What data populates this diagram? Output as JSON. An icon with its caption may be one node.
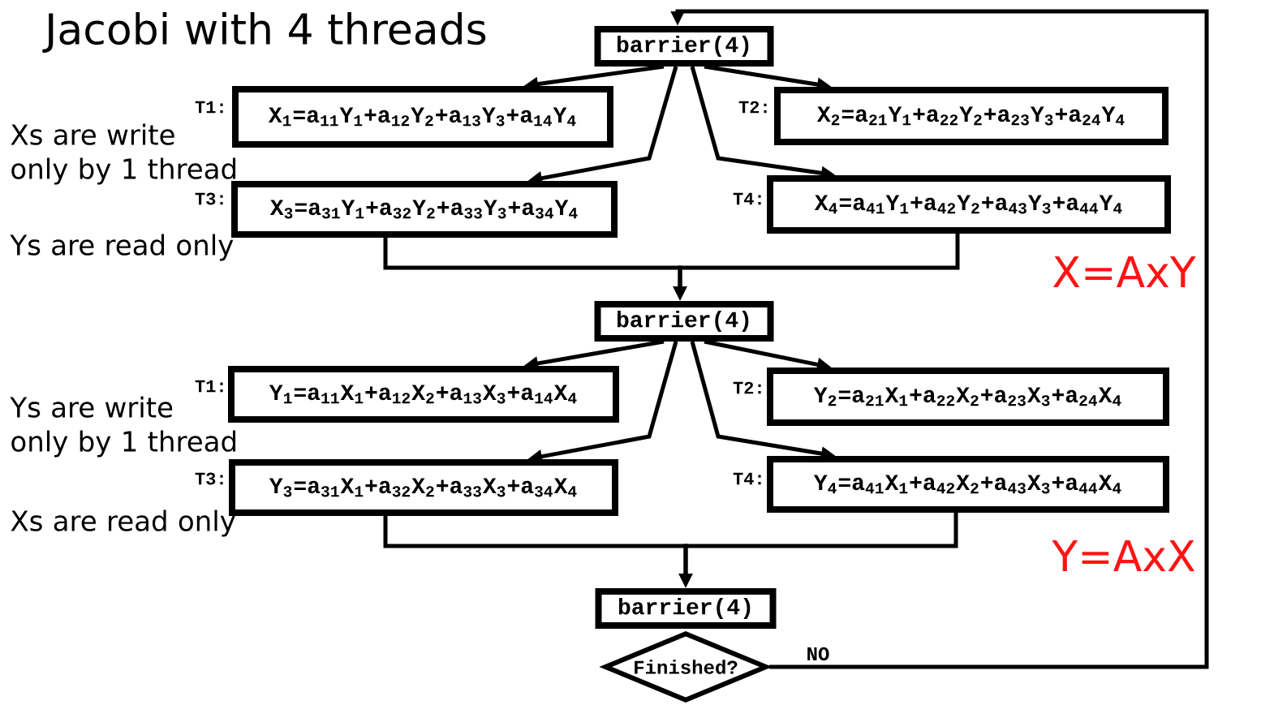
{
  "diagram": {
    "title": "Jacobi with 4 threads",
    "nodes": [
      {
        "text": [
          "barrier(4)"
        ]
      },
      {
        "text": [
          "X$_{1}$=a$_{11}$Y$_{1}$+a$_{12}$Y$_{2}$+a$_{13}$Y$_{3}$+a$_{14}$Y$_{4}$"
        ],
        "beside": [
          "T1:"
        ]
      },
      {
        "text": [
          "X$_{2}$=a$_{21}$Y$_{1}$+a$_{22}$Y$_{2}$+a$_{23}$Y$_{3}$+a$_{24}$Y$_{4}$"
        ],
        "beside": [
          "T2:"
        ]
      },
      {
        "text": [
          "X$_{3}$=a$_{31}$Y$_{1}$+a$_{32}$Y$_{2}$+a$_{33}$Y$_{3}$+a$_{34}$Y$_{4}$"
        ],
        "beside": [
          "T3:"
        ]
      },
      {
        "text": [
          "X$_{4}$=a$_{41}$Y$_{1}$+a$_{42}$Y$_{2}$+a$_{43}$Y$_{3}$+a$_{44}$Y$_{4}$"
        ],
        "beside": [
          "T4:"
        ]
      },
      {
        "text": [
          "barrier(4)"
        ]
      },
      {
        "text": [
          "Y$_{1}$=a$_{11}$X$_{1}$+a$_{12}$X$_{2}$+a$_{13}$X$_{3}$+a$_{14}$X$_{4}$"
        ],
        "beside": [
          "T1:"
        ]
      },
      {
        "text": [
          "Y$_{2}$=a$_{21}$X$_{1}$+a$_{22}$X$_{2}$+a$_{23}$X$_{3}$+a$_{24}$X$_{4}$"
        ],
        "beside": [
          "T2:"
        ]
      },
      {
        "text": [
          "Y$_{3}$=a$_{31}$X$_{1}$+a$_{32}$X$_{2}$+a$_{33}$X$_{3}$+a$_{34}$X$_{4}$"
        ],
        "beside": [
          "T3:"
        ]
      },
      {
        "text": [
          "Y$_{4}$=a$_{41}$X$_{1}$+a$_{42}$X$_{2}$+a$_{43}$X$_{3}$+a$_{44}$X$_{4}$"
        ],
        "beside": [
          "T4:"
        ]
      },
      {
        "text": [
          "barrier(4)"
        ]
      },
      {
        "text": [
          "Finished?"
        ]
      }
    ],
    "edges": [
      {
        "from": 0,
        "to": 1,
        "arrow": "to"
      },
      {
        "from": 0,
        "to": 2,
        "arrow": "to"
      },
      {
        "from": 0,
        "to": 3,
        "arrow": "to"
      },
      {
        "from": 0,
        "to": 4,
        "arrow": "to"
      },
      {
        "from": 3,
        "to": 5,
        "arrow": "to"
      },
      {
        "from": 4,
        "to": 5,
        "arrow": "to"
      },
      {
        "from": 5,
        "to": 6,
        "arrow": "to"
      },
      {
        "from": 5,
        "to": 7,
        "arrow": "to"
      },
      {
        "from": 5,
        "to": 8,
        "arrow": "to"
      },
      {
        "from": 5,
        "to": 9,
        "arrow": "to"
      },
      {
        "from": 8,
        "to": 10,
        "arrow": "to"
      },
      {
        "from": 9,
        "to": 10,
        "arrow": "to"
      },
      {
        "from": 11,
        "to": 0,
        "arrow": "to",
        "label": "NO"
      }
    ],
    "labels": [
      "Xs are write only by 1 thread",
      "Ys are read only",
      "X=AxY",
      "Ys are write only by 1 thread",
      "Xs are read only",
      "Y=AxX"
    ]
  }
}
